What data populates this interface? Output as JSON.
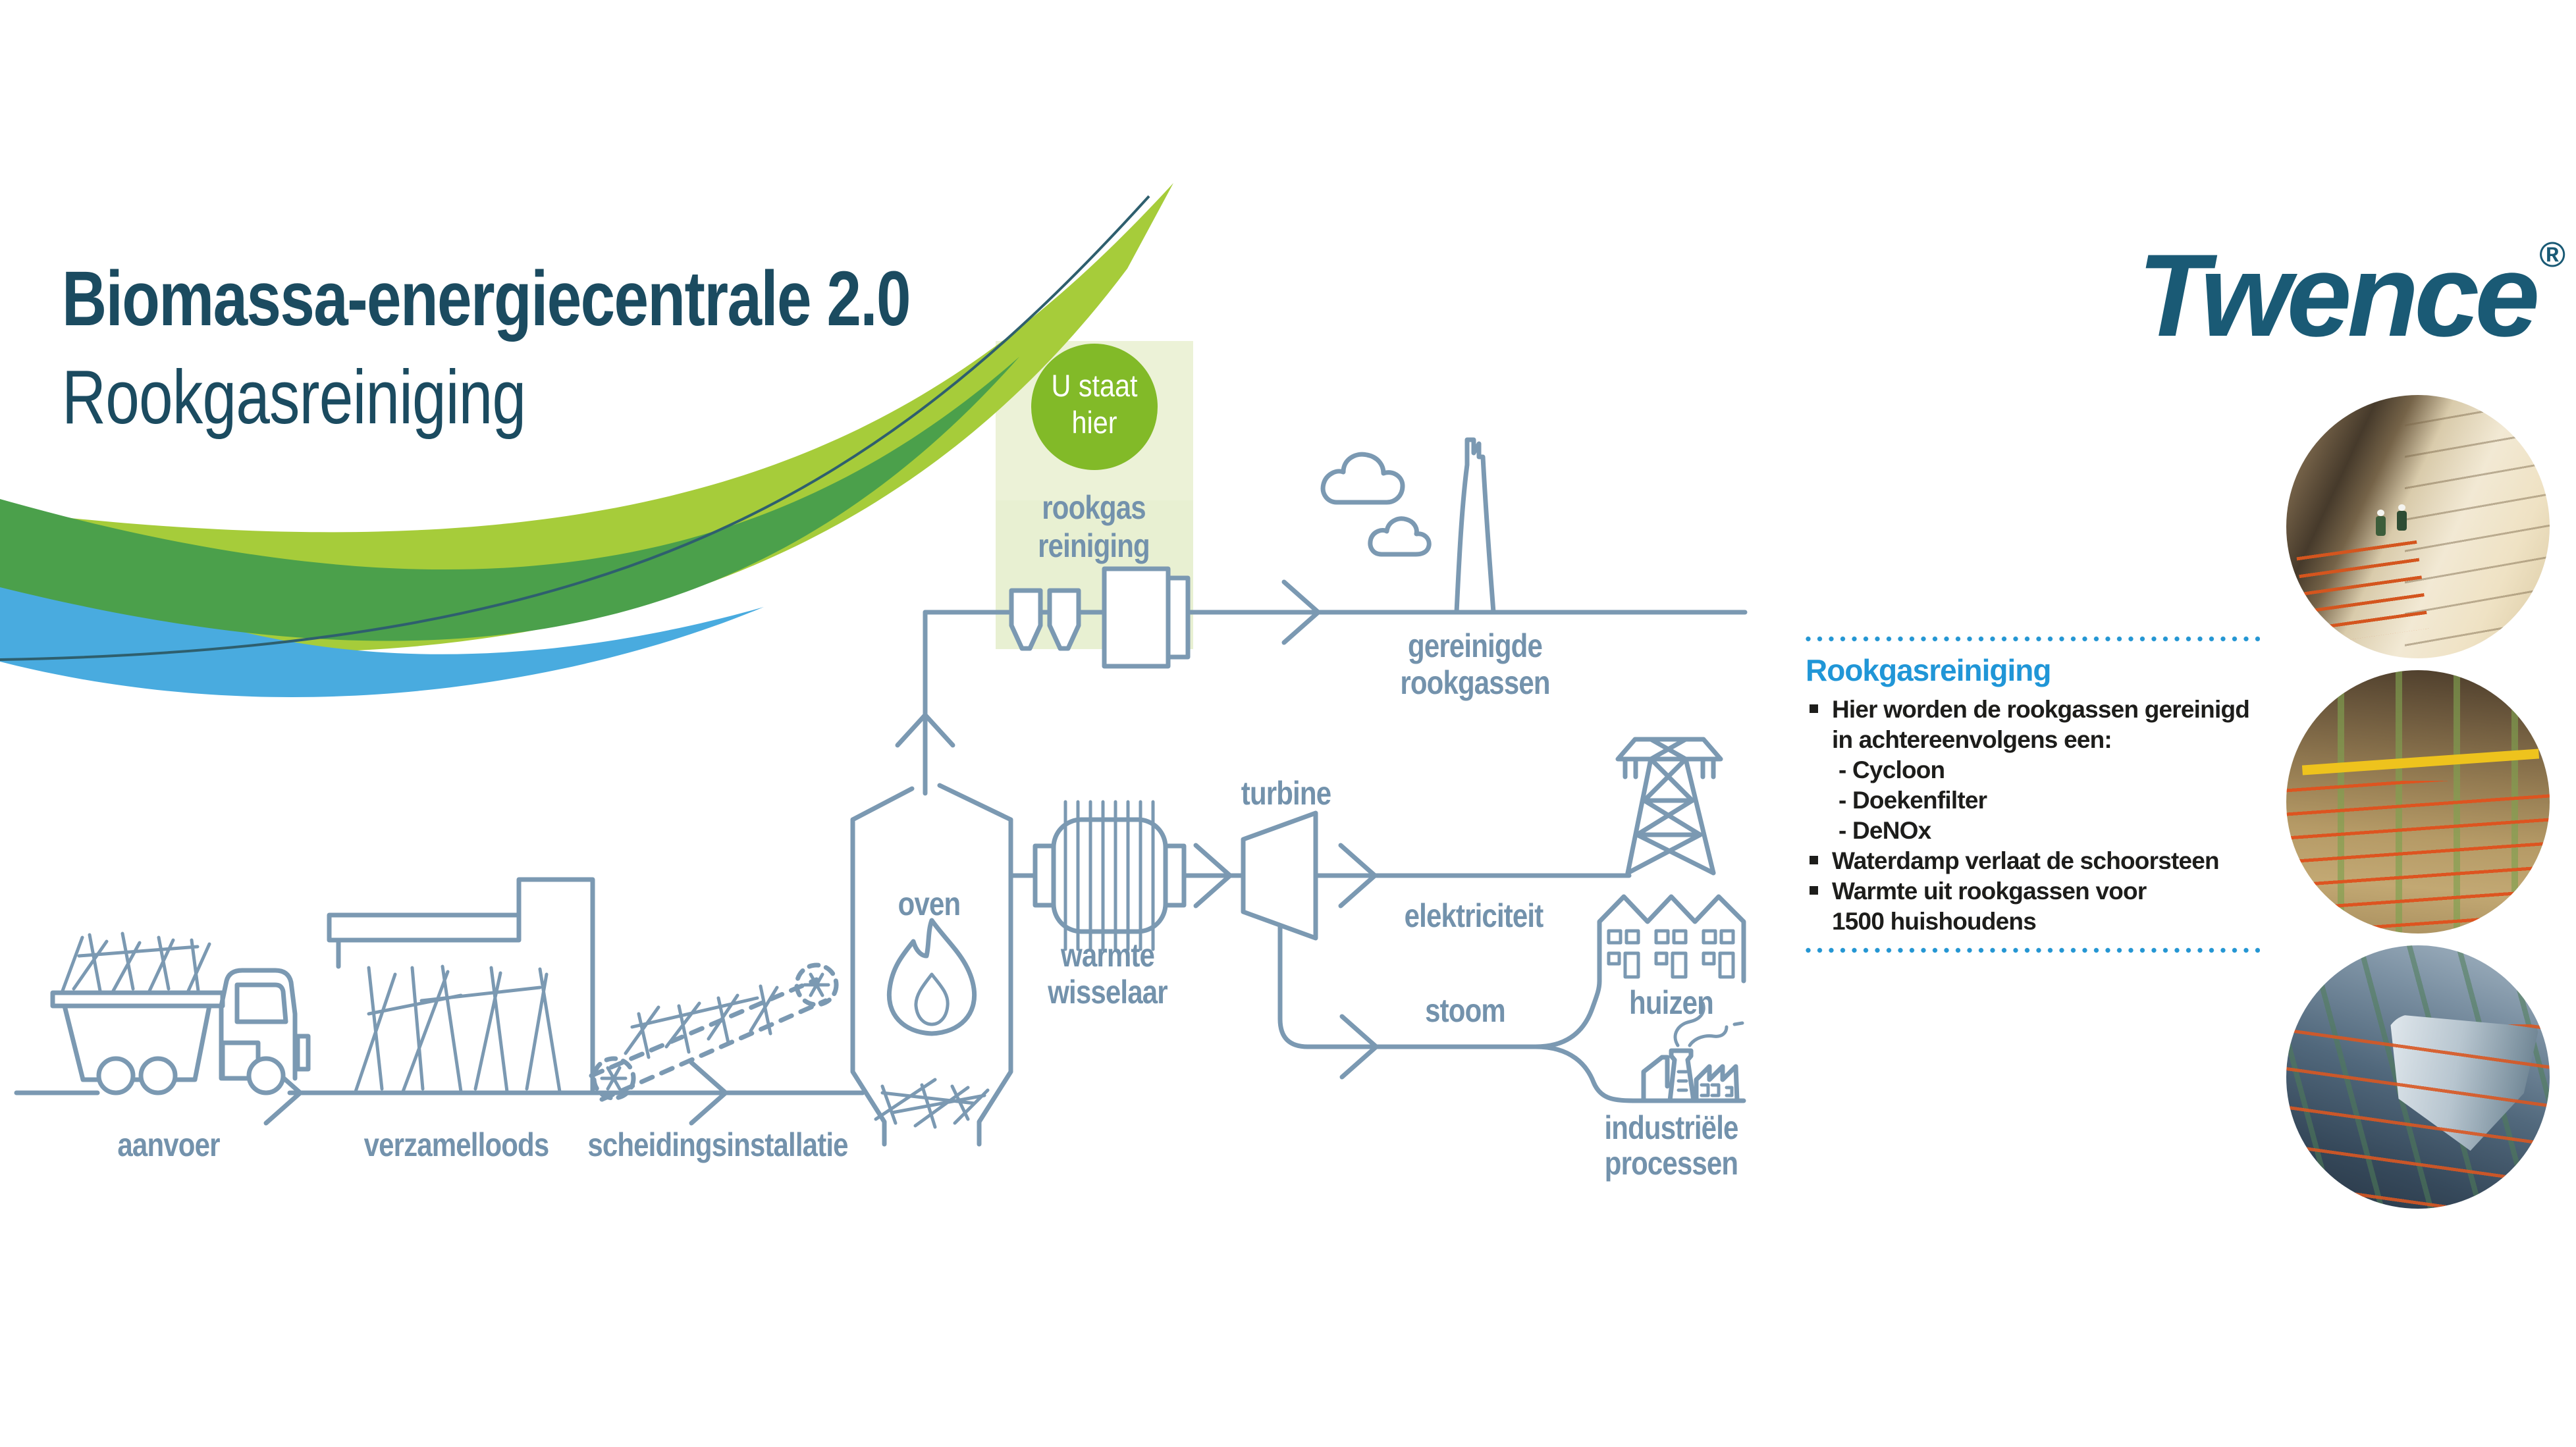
{
  "header": {
    "title": "Biomassa-energiecentrale 2.0",
    "subtitle": "Rookgasreiniging"
  },
  "logo": {
    "brand": "Twence",
    "registered": "®"
  },
  "badge": {
    "line1": "U staat",
    "line2": "hier"
  },
  "diagram": {
    "labels": {
      "aanvoer": "aanvoer",
      "verzamelloods": "verzamelloods",
      "scheidingsinstallatie": "scheidingsinstallatie",
      "oven": "oven",
      "warmte1": "warmte",
      "warmte2": "wisselaar",
      "turbine": "turbine",
      "elektriciteit": "elektriciteit",
      "stoom": "stoom",
      "huizen": "huizen",
      "industriele1": "industriële",
      "industriele2": "processen",
      "rookgas1": "rookgas",
      "rookgas2": "reiniging",
      "gereinigde1": "gereinigde",
      "gereinigde2": "rookgassen"
    }
  },
  "info": {
    "heading": "Rookgasreiniging",
    "lines": [
      {
        "type": "bullet",
        "text": "Hier worden de rookgassen gereinigd"
      },
      {
        "type": "cont",
        "text": "in achtereenvolgens een:"
      },
      {
        "type": "sub",
        "text": "- Cycloon"
      },
      {
        "type": "sub",
        "text": "- Doekenfilter"
      },
      {
        "type": "sub",
        "text": "- DeNOx"
      },
      {
        "type": "bullet",
        "text": "Waterdamp verlaat de schoorsteen"
      },
      {
        "type": "bullet",
        "text": "Warmte uit rookgassen voor"
      },
      {
        "type": "cont",
        "text": "1500 huishoudens"
      }
    ]
  },
  "colors": {
    "title_teal": "#1b4b60",
    "logo_teal": "#1a5a75",
    "diagram_line": "#7b99b2",
    "diagram_label": "#7392ac",
    "badge_green": "#82ba28",
    "swoosh_light_green": "#a6cc3a",
    "swoosh_dark_green": "#4ba04b",
    "swoosh_blue": "#49abdf",
    "highlight_box": "#ecf2d7",
    "info_heading_blue": "#2096d7",
    "info_text": "#1d1d1b",
    "dots_blue": "#2496d3"
  }
}
